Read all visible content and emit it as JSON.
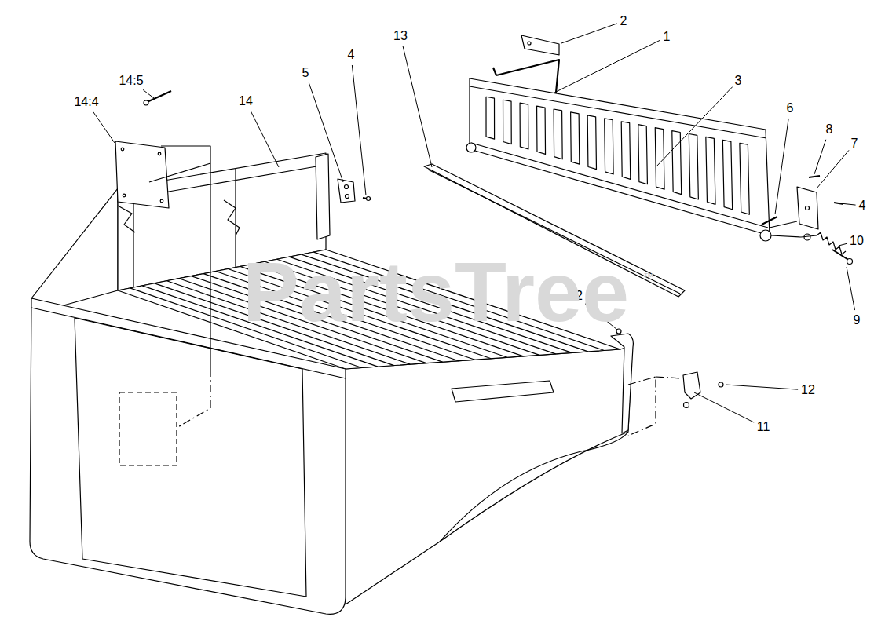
{
  "diagram": {
    "labels": [
      "2",
      "1",
      "13",
      "3",
      "14:5",
      "14:4",
      "14",
      "5",
      "4",
      "6",
      "8",
      "7",
      "4",
      "10",
      "12",
      "9",
      "12",
      "11",
      "PartsTree",
      "™"
    ]
  }
}
